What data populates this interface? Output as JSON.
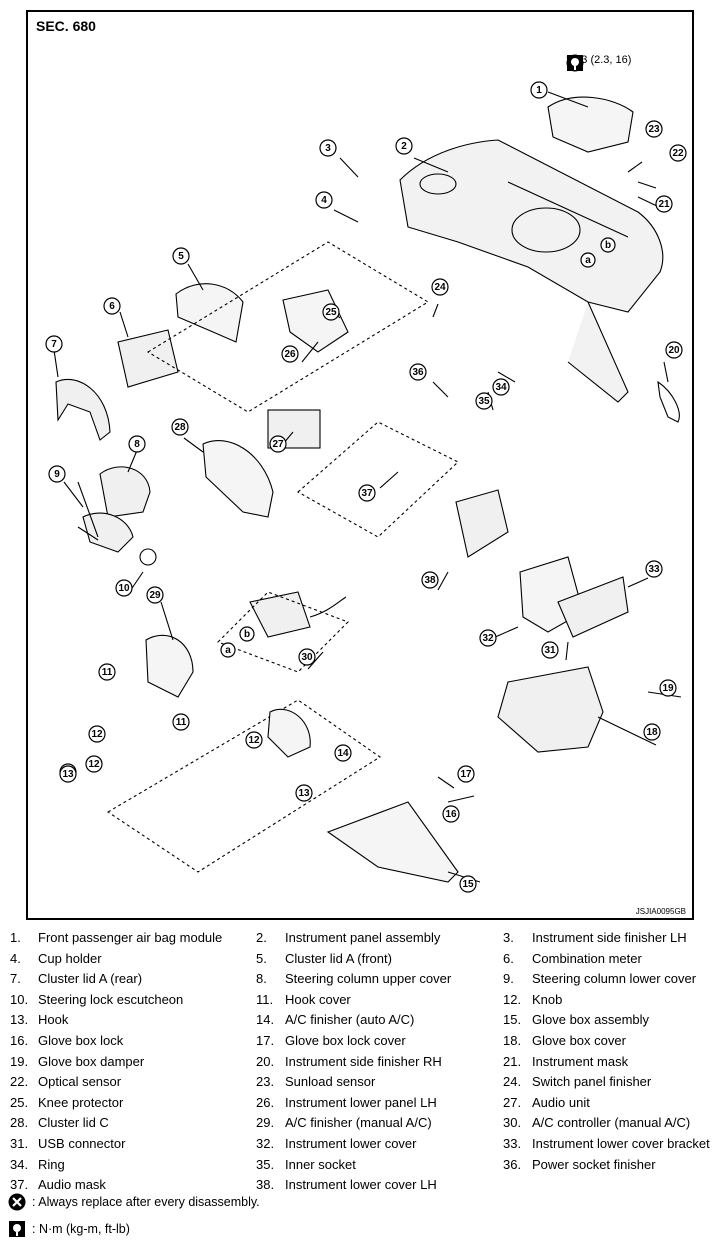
{
  "figure": {
    "section": "SEC. 680",
    "torque_spec": "22.3 (2.3, 16)",
    "figure_id": "JSJIA0095GB",
    "callouts": [
      "1",
      "2",
      "3",
      "4",
      "5",
      "6",
      "7",
      "8",
      "9",
      "10",
      "11",
      "12",
      "13",
      "14",
      "15",
      "16",
      "17",
      "18",
      "19",
      "20",
      "21",
      "22",
      "23",
      "24",
      "25",
      "26",
      "27",
      "28",
      "29",
      "30",
      "31",
      "32",
      "33",
      "34",
      "35",
      "36",
      "37",
      "38",
      "11",
      "12",
      "13",
      "12",
      "13"
    ],
    "letter_markers": [
      "a",
      "b",
      "a",
      "b"
    ]
  },
  "legend": {
    "rows": [
      [
        {
          "n": "1.",
          "t": "Front passenger air bag module"
        },
        {
          "n": "2.",
          "t": "Instrument panel assembly"
        },
        {
          "n": "3.",
          "t": "Instrument side finisher LH"
        }
      ],
      [
        {
          "n": "4.",
          "t": "Cup holder"
        },
        {
          "n": "5.",
          "t": "Cluster lid A (front)"
        },
        {
          "n": "6.",
          "t": "Combination meter"
        }
      ],
      [
        {
          "n": "7.",
          "t": "Cluster lid A (rear)"
        },
        {
          "n": "8.",
          "t": "Steering column upper cover"
        },
        {
          "n": "9.",
          "t": "Steering column lower cover"
        }
      ],
      [
        {
          "n": "10.",
          "t": "Steering lock escutcheon"
        },
        {
          "n": "11.",
          "t": "Hook cover"
        },
        {
          "n": "12.",
          "t": "Knob"
        }
      ],
      [
        {
          "n": "13.",
          "t": "Hook"
        },
        {
          "n": "14.",
          "t": "A/C finisher (auto A/C)"
        },
        {
          "n": "15.",
          "t": "Glove box assembly"
        }
      ],
      [
        {
          "n": "16.",
          "t": "Glove box lock"
        },
        {
          "n": "17.",
          "t": "Glove box lock cover"
        },
        {
          "n": "18.",
          "t": "Glove box cover"
        }
      ],
      [
        {
          "n": "19.",
          "t": "Glove box damper"
        },
        {
          "n": "20.",
          "t": "Instrument side finisher RH"
        },
        {
          "n": "21.",
          "t": "Instrument mask"
        }
      ],
      [
        {
          "n": "22.",
          "t": "Optical sensor"
        },
        {
          "n": "23.",
          "t": "Sunload sensor"
        },
        {
          "n": "24.",
          "t": "Switch panel finisher"
        }
      ],
      [
        {
          "n": "25.",
          "t": "Knee protector"
        },
        {
          "n": "26.",
          "t": "Instrument lower panel LH"
        },
        {
          "n": "27.",
          "t": "Audio unit"
        }
      ],
      [
        {
          "n": "28.",
          "t": "Cluster lid C"
        },
        {
          "n": "29.",
          "t": "A/C finisher (manual A/C)"
        },
        {
          "n": "30.",
          "t": "A/C controller (manual A/C)"
        }
      ],
      [
        {
          "n": "31.",
          "t": "USB connector"
        },
        {
          "n": "32.",
          "t": "Instrument lower cover"
        },
        {
          "n": "33.",
          "t": "Instrument lower cover bracket"
        }
      ],
      [
        {
          "n": "34.",
          "t": "Ring"
        },
        {
          "n": "35.",
          "t": "Inner socket"
        },
        {
          "n": "36.",
          "t": "Power socket finisher"
        }
      ],
      [
        {
          "n": "37.",
          "t": "Audio mask"
        },
        {
          "n": "38.",
          "t": "Instrument lower cover LH"
        }
      ]
    ],
    "symbols": [
      {
        "icon": "replace-icon",
        "text": ": Always replace after every disassembly."
      },
      {
        "icon": "torque-icon",
        "text": ": N·m (kg-m, ft-lb)"
      }
    ]
  }
}
